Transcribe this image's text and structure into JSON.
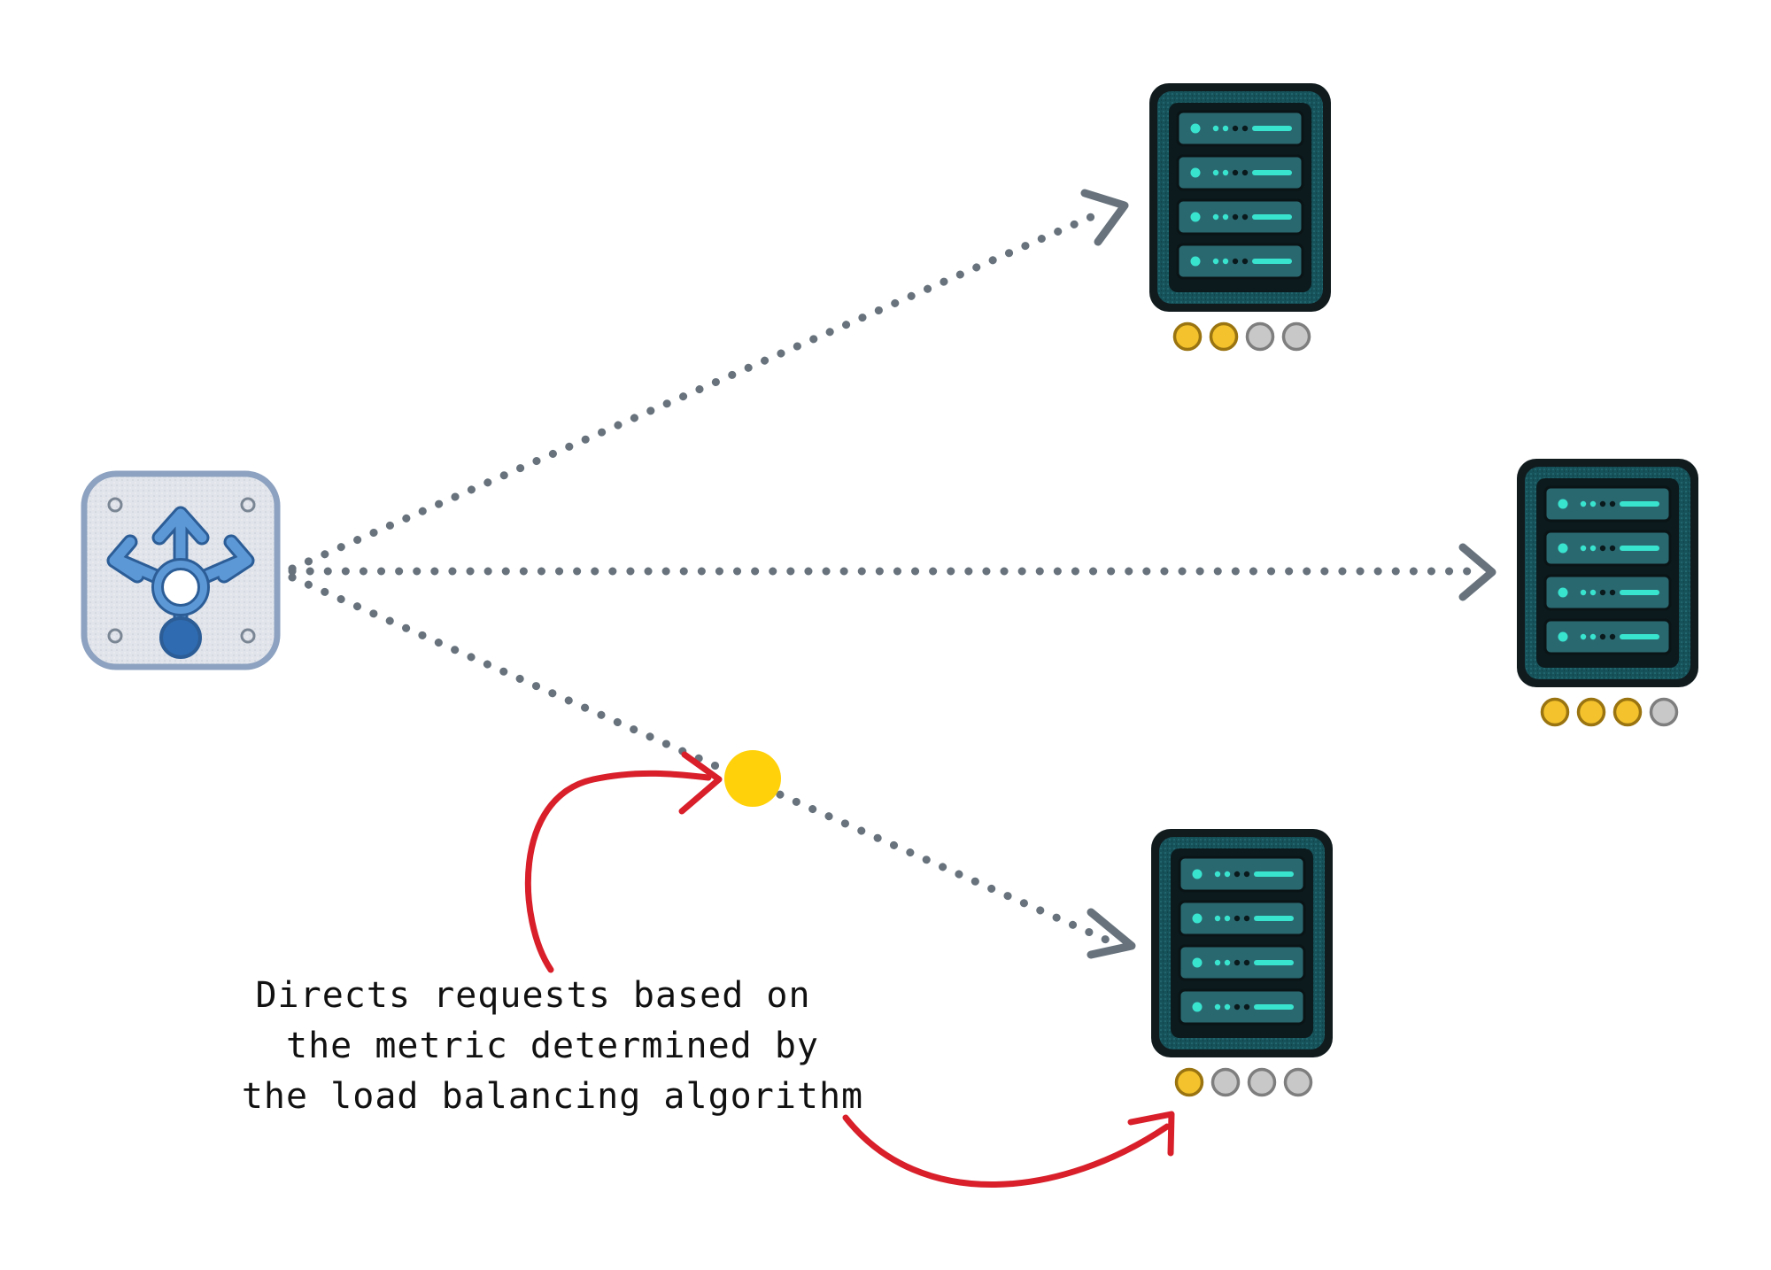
{
  "annotation": {
    "lines": [
      "Directs requests based on",
      "the metric determined by",
      "the load balancing algorithm"
    ]
  },
  "load_balancer": {
    "icon": "load-balancer-icon"
  },
  "servers": [
    {
      "name": "server-top",
      "active_connections": 2,
      "capacity": 4
    },
    {
      "name": "server-middle",
      "active_connections": 3,
      "capacity": 4
    },
    {
      "name": "server-bottom",
      "active_connections": 1,
      "capacity": 4
    }
  ],
  "colors": {
    "connection_line": "#67727c",
    "server_body": "#0f3f45",
    "server_led": "#39e4cf",
    "active_dot": "#f3c22c",
    "idle_dot": "#c8c8c8",
    "request_dot": "#ffd10a",
    "annotation_arrow": "#d81f2a",
    "lb_icon_fill": "#3f7cc0",
    "lb_icon_bg": "#dfe3e9"
  }
}
